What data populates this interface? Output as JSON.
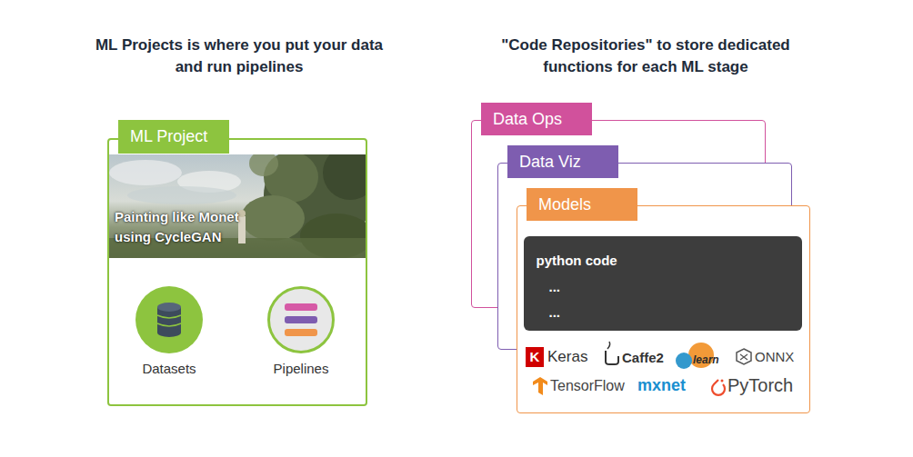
{
  "diagram": {
    "nodes": [
      {
        "text": [
          "ML Project",
          "Painting like Monet using CycleGAN"
        ]
      },
      {
        "text": [
          "Datasets"
        ],
        "in": 0
      },
      {
        "text": [
          "Pipelines"
        ],
        "in": 0
      },
      {
        "text": [
          "Data Ops"
        ]
      },
      {
        "text": [
          "Data Viz"
        ]
      },
      {
        "text": [
          "Models"
        ]
      },
      {
        "text": [
          "python code",
          "...",
          "..."
        ],
        "in": 5
      }
    ],
    "labels": [
      "ML Projects is where you put your data and run pipelines",
      "\"Code Repositories\" to store dedicated functions for each ML stage",
      "K",
      "Keras",
      "Caffe2",
      "learn",
      "ONNX",
      "TensorFlow",
      "mxnet",
      "PyTorch"
    ]
  }
}
